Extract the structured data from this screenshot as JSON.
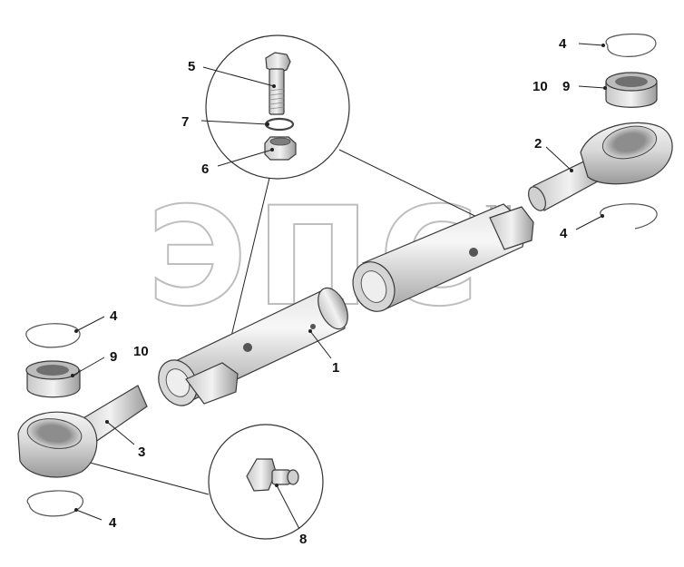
{
  "watermark": {
    "text": "ЭПС",
    "trademark": "TM"
  },
  "callouts": [
    {
      "id": "c-4-top",
      "number": "4"
    },
    {
      "id": "c-10-top",
      "number": "10"
    },
    {
      "id": "c-9-top",
      "number": "9"
    },
    {
      "id": "c-2",
      "number": "2"
    },
    {
      "id": "c-4-mid-right",
      "number": "4"
    },
    {
      "id": "c-5",
      "number": "5"
    },
    {
      "id": "c-7",
      "number": "7"
    },
    {
      "id": "c-6",
      "number": "6"
    },
    {
      "id": "c-4-left",
      "number": "4"
    },
    {
      "id": "c-10-left",
      "number": "10"
    },
    {
      "id": "c-9-left",
      "number": "9"
    },
    {
      "id": "c-1",
      "number": "1"
    },
    {
      "id": "c-3",
      "number": "3"
    },
    {
      "id": "c-4-bottom",
      "number": "4"
    },
    {
      "id": "c-8",
      "number": "8"
    }
  ]
}
